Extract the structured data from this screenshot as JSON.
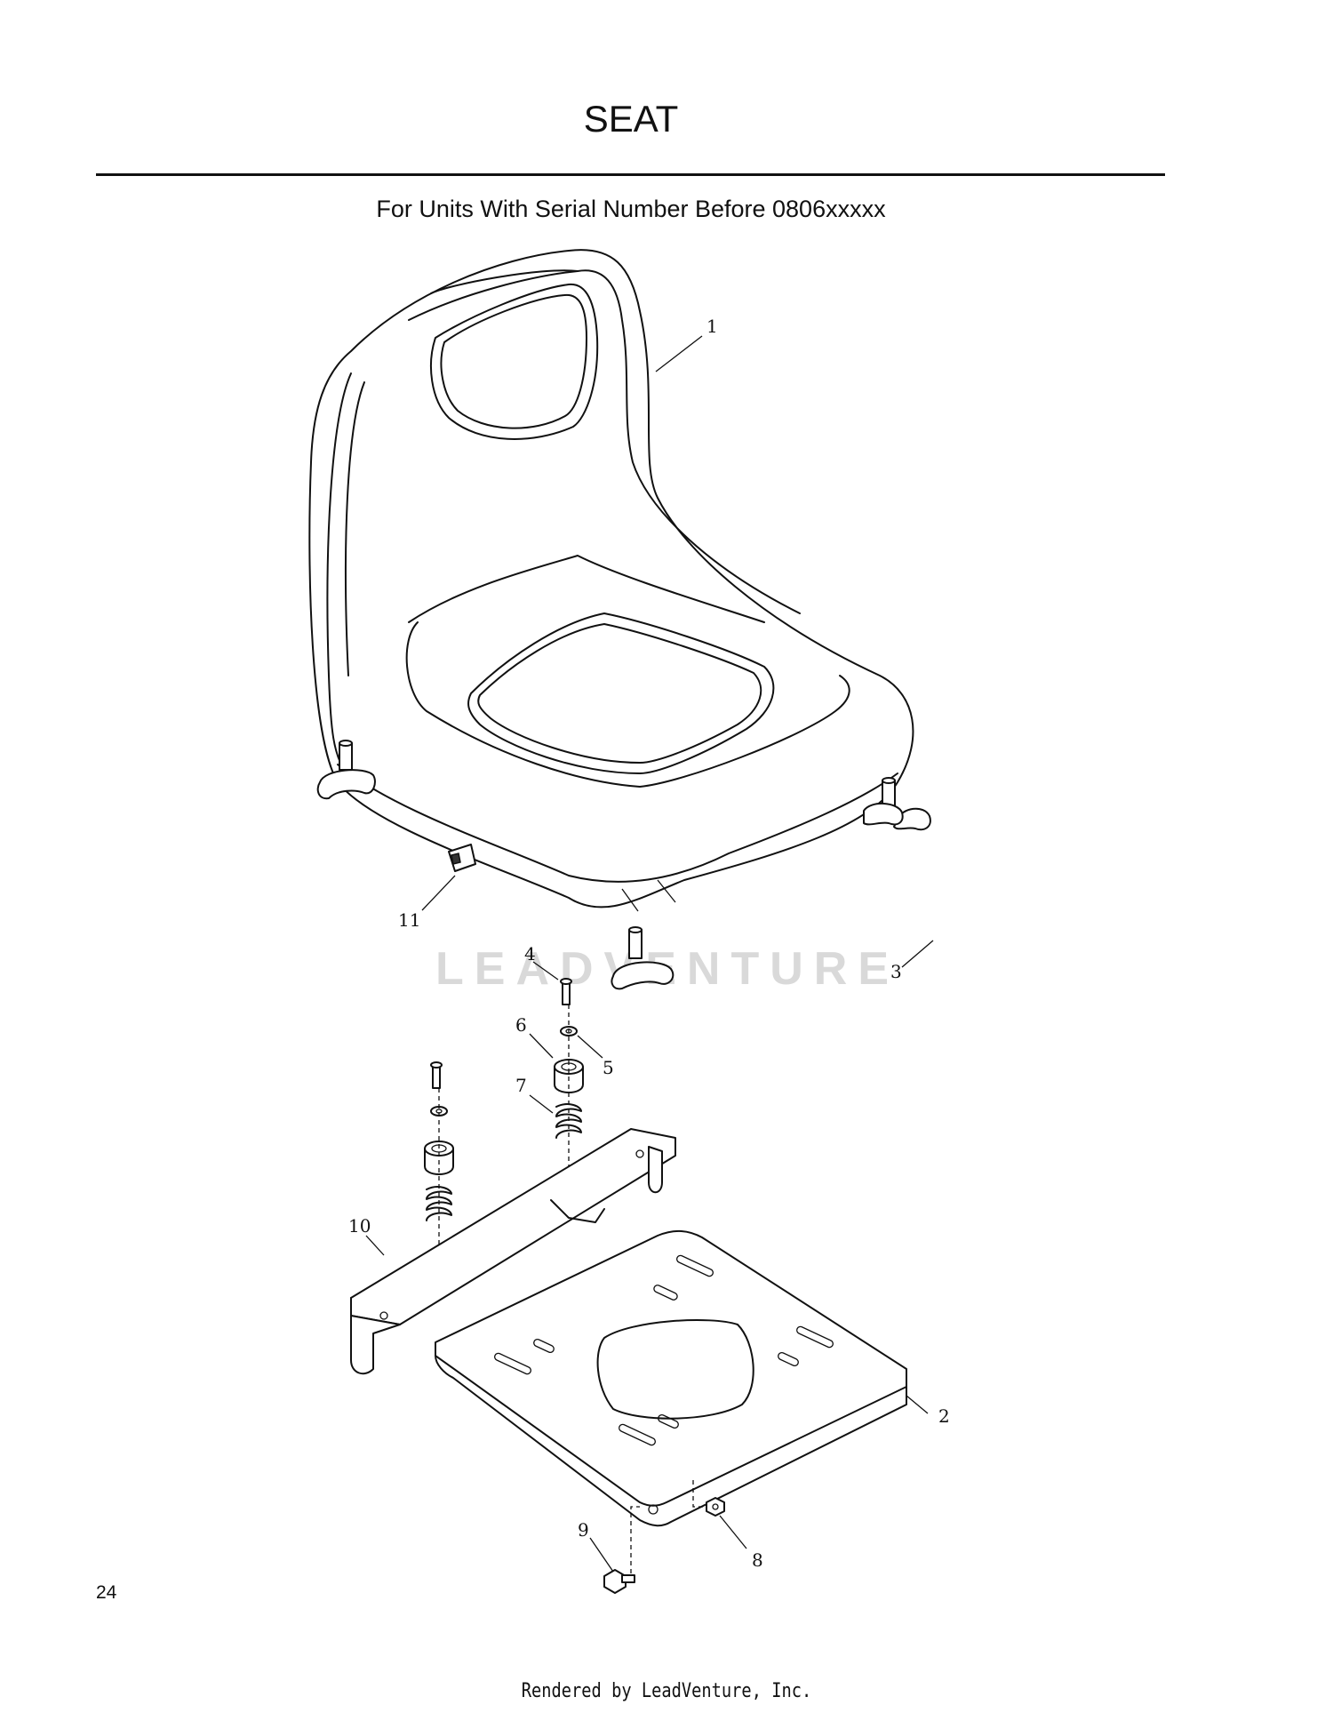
{
  "page": {
    "title": "SEAT",
    "subtitle": "For Units With Serial Number Before 0806xxxxx",
    "page_number": "24",
    "footer": "Rendered by LeadVenture, Inc.",
    "watermark": "LEADVENTURE"
  },
  "callouts": {
    "c1": "1",
    "c2": "2",
    "c3": "3",
    "c4": "4",
    "c5": "5",
    "c6": "6",
    "c7": "7",
    "c8": "8",
    "c9": "9",
    "c10": "10",
    "c11": "11"
  }
}
